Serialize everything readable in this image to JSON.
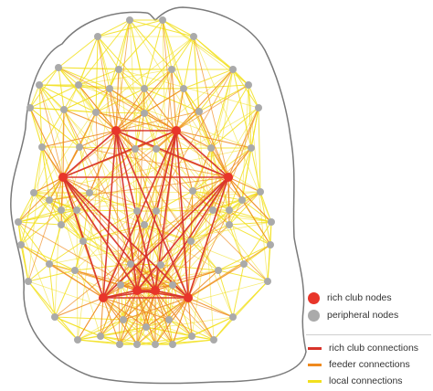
{
  "colors": {
    "rich_club_node": "#e8352a",
    "peripheral_node": "#aaaaaa",
    "rich_club_connection": "#d8332a",
    "feeder_connection": "#ef8a1e",
    "local_connection": "#f2e01e",
    "brain_outline": "#7a7a7a"
  },
  "legend": {
    "nodes": [
      {
        "label": "rich club nodes",
        "color": "#e8352a"
      },
      {
        "label": "peripheral nodes",
        "color": "#aaaaaa"
      }
    ],
    "connections": [
      {
        "label": "rich club connections",
        "color": "#d8332a"
      },
      {
        "label": "feeder connections",
        "color": "#ef8a1e"
      },
      {
        "label": "local connections",
        "color": "#f2e01e"
      }
    ]
  },
  "network": {
    "rich_club_count": 8,
    "peripheral_count": 70
  }
}
